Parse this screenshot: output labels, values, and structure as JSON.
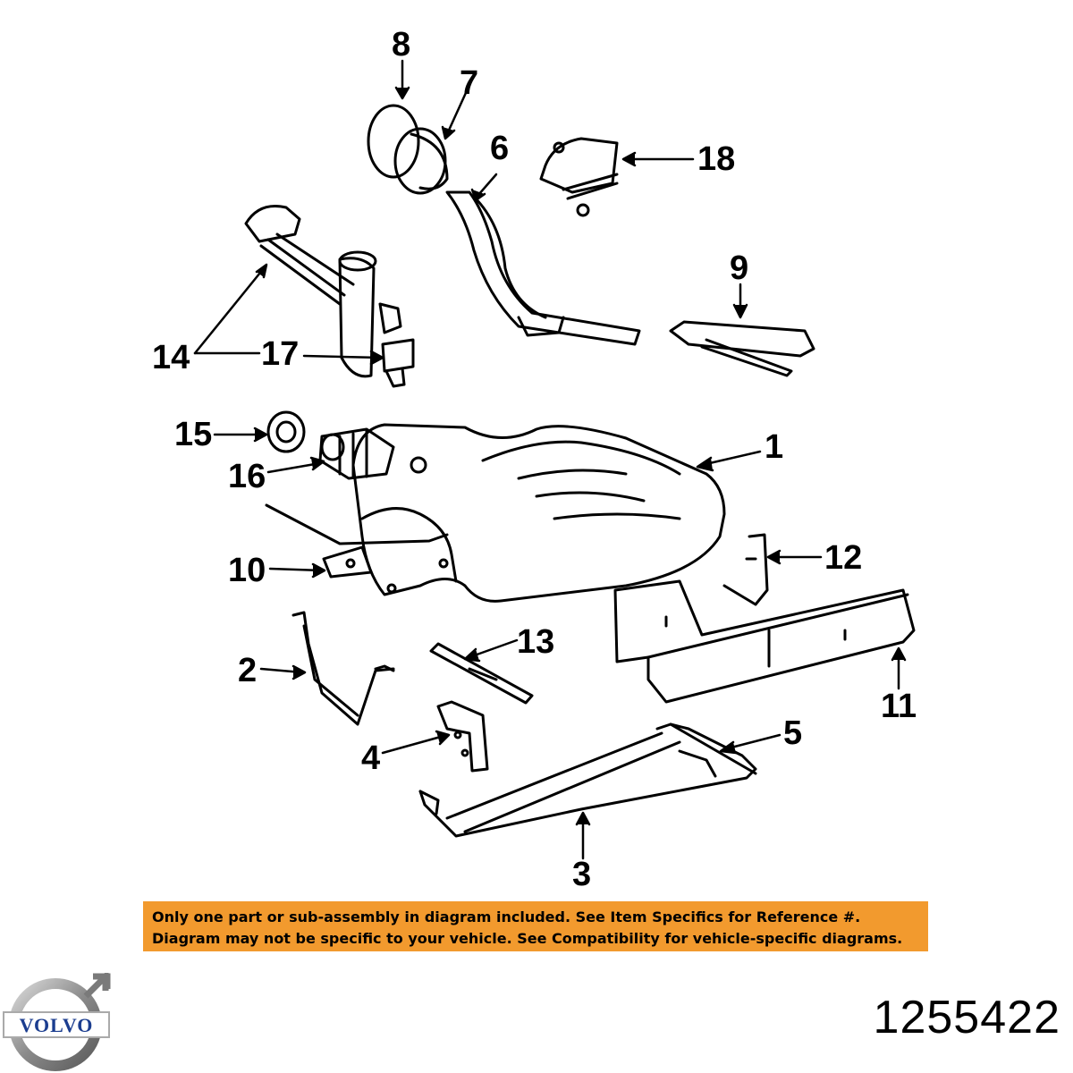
{
  "callouts": {
    "c1": "1",
    "c2": "2",
    "c3": "3",
    "c4": "4",
    "c5": "5",
    "c6": "6",
    "c7": "7",
    "c8": "8",
    "c9": "9",
    "c10": "10",
    "c11": "11",
    "c12": "12",
    "c13": "13",
    "c14": "14",
    "c15": "15",
    "c16": "16",
    "c17": "17",
    "c18": "18"
  },
  "notice": {
    "line1": "Only one part or sub-assembly in diagram included. See Item Specifics for Reference #.",
    "line2": "Diagram may not be specific to your vehicle. See Compatibility for vehicle-specific diagrams.",
    "background_color": "#F29A2E"
  },
  "brand": {
    "logo_text": "VOLVO",
    "logo_color": "#1B3D8F"
  },
  "part_number": "1255422"
}
